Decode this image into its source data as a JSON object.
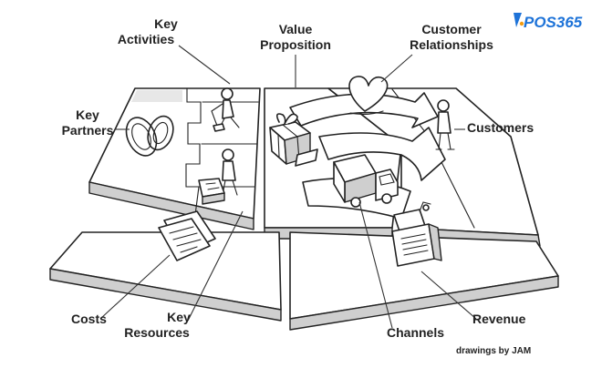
{
  "logo": {
    "text": "POS365",
    "color": "#1e73d8",
    "accent": "#f39c12"
  },
  "labels": {
    "key_activities": [
      "Key",
      "Activities"
    ],
    "value_proposition": [
      "Value",
      "Proposition"
    ],
    "customer_relationships": [
      "Customer",
      "Relationships"
    ],
    "key_partners": [
      "Key",
      "Partners"
    ],
    "customers": "Customers",
    "costs": "Costs",
    "key_resources": [
      "Key",
      "Resources"
    ],
    "channels": "Channels",
    "revenue": "Revenue"
  },
  "credit": "drawings by JAM",
  "icons": [
    "rings-icon",
    "person-digging-icon",
    "person-carrying-icon",
    "documents-icon",
    "gift-icon",
    "heart-icon",
    "truck-icon",
    "customer-person-icon",
    "cash-register-icon"
  ]
}
